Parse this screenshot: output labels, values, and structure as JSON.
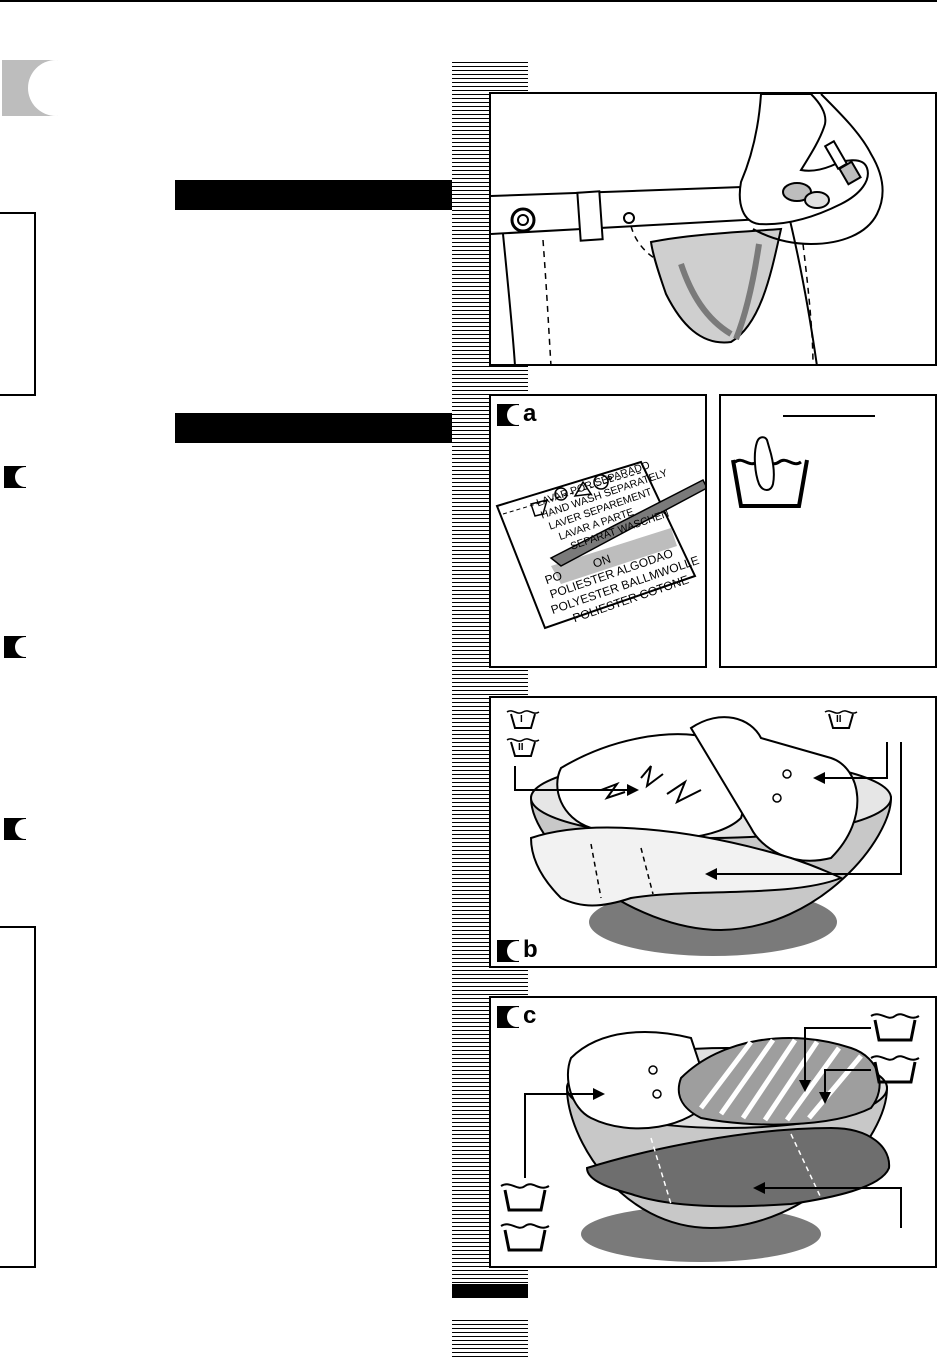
{
  "panels": {
    "a": {
      "letter": "a"
    },
    "b": {
      "letter": "b"
    },
    "c": {
      "letter": "c"
    }
  },
  "care_label": {
    "lines": [
      "LAVAR POR SEPARADO",
      "HAND WASH SEPARATELY",
      "LAVER SEPAREMENT",
      "LAVAR A PARTE",
      "SEPARAT WASCHEN",
      "POLIESTER ALGODAO",
      "POLYESTER BALLMWOLLE",
      "POLIESTER COTONE"
    ],
    "partial_line": "PO          ON",
    "care_symbol_P": "P"
  },
  "panel_b": {
    "tag_left_top": "I",
    "tag_left_bottom": "II",
    "tag_right": "II"
  }
}
